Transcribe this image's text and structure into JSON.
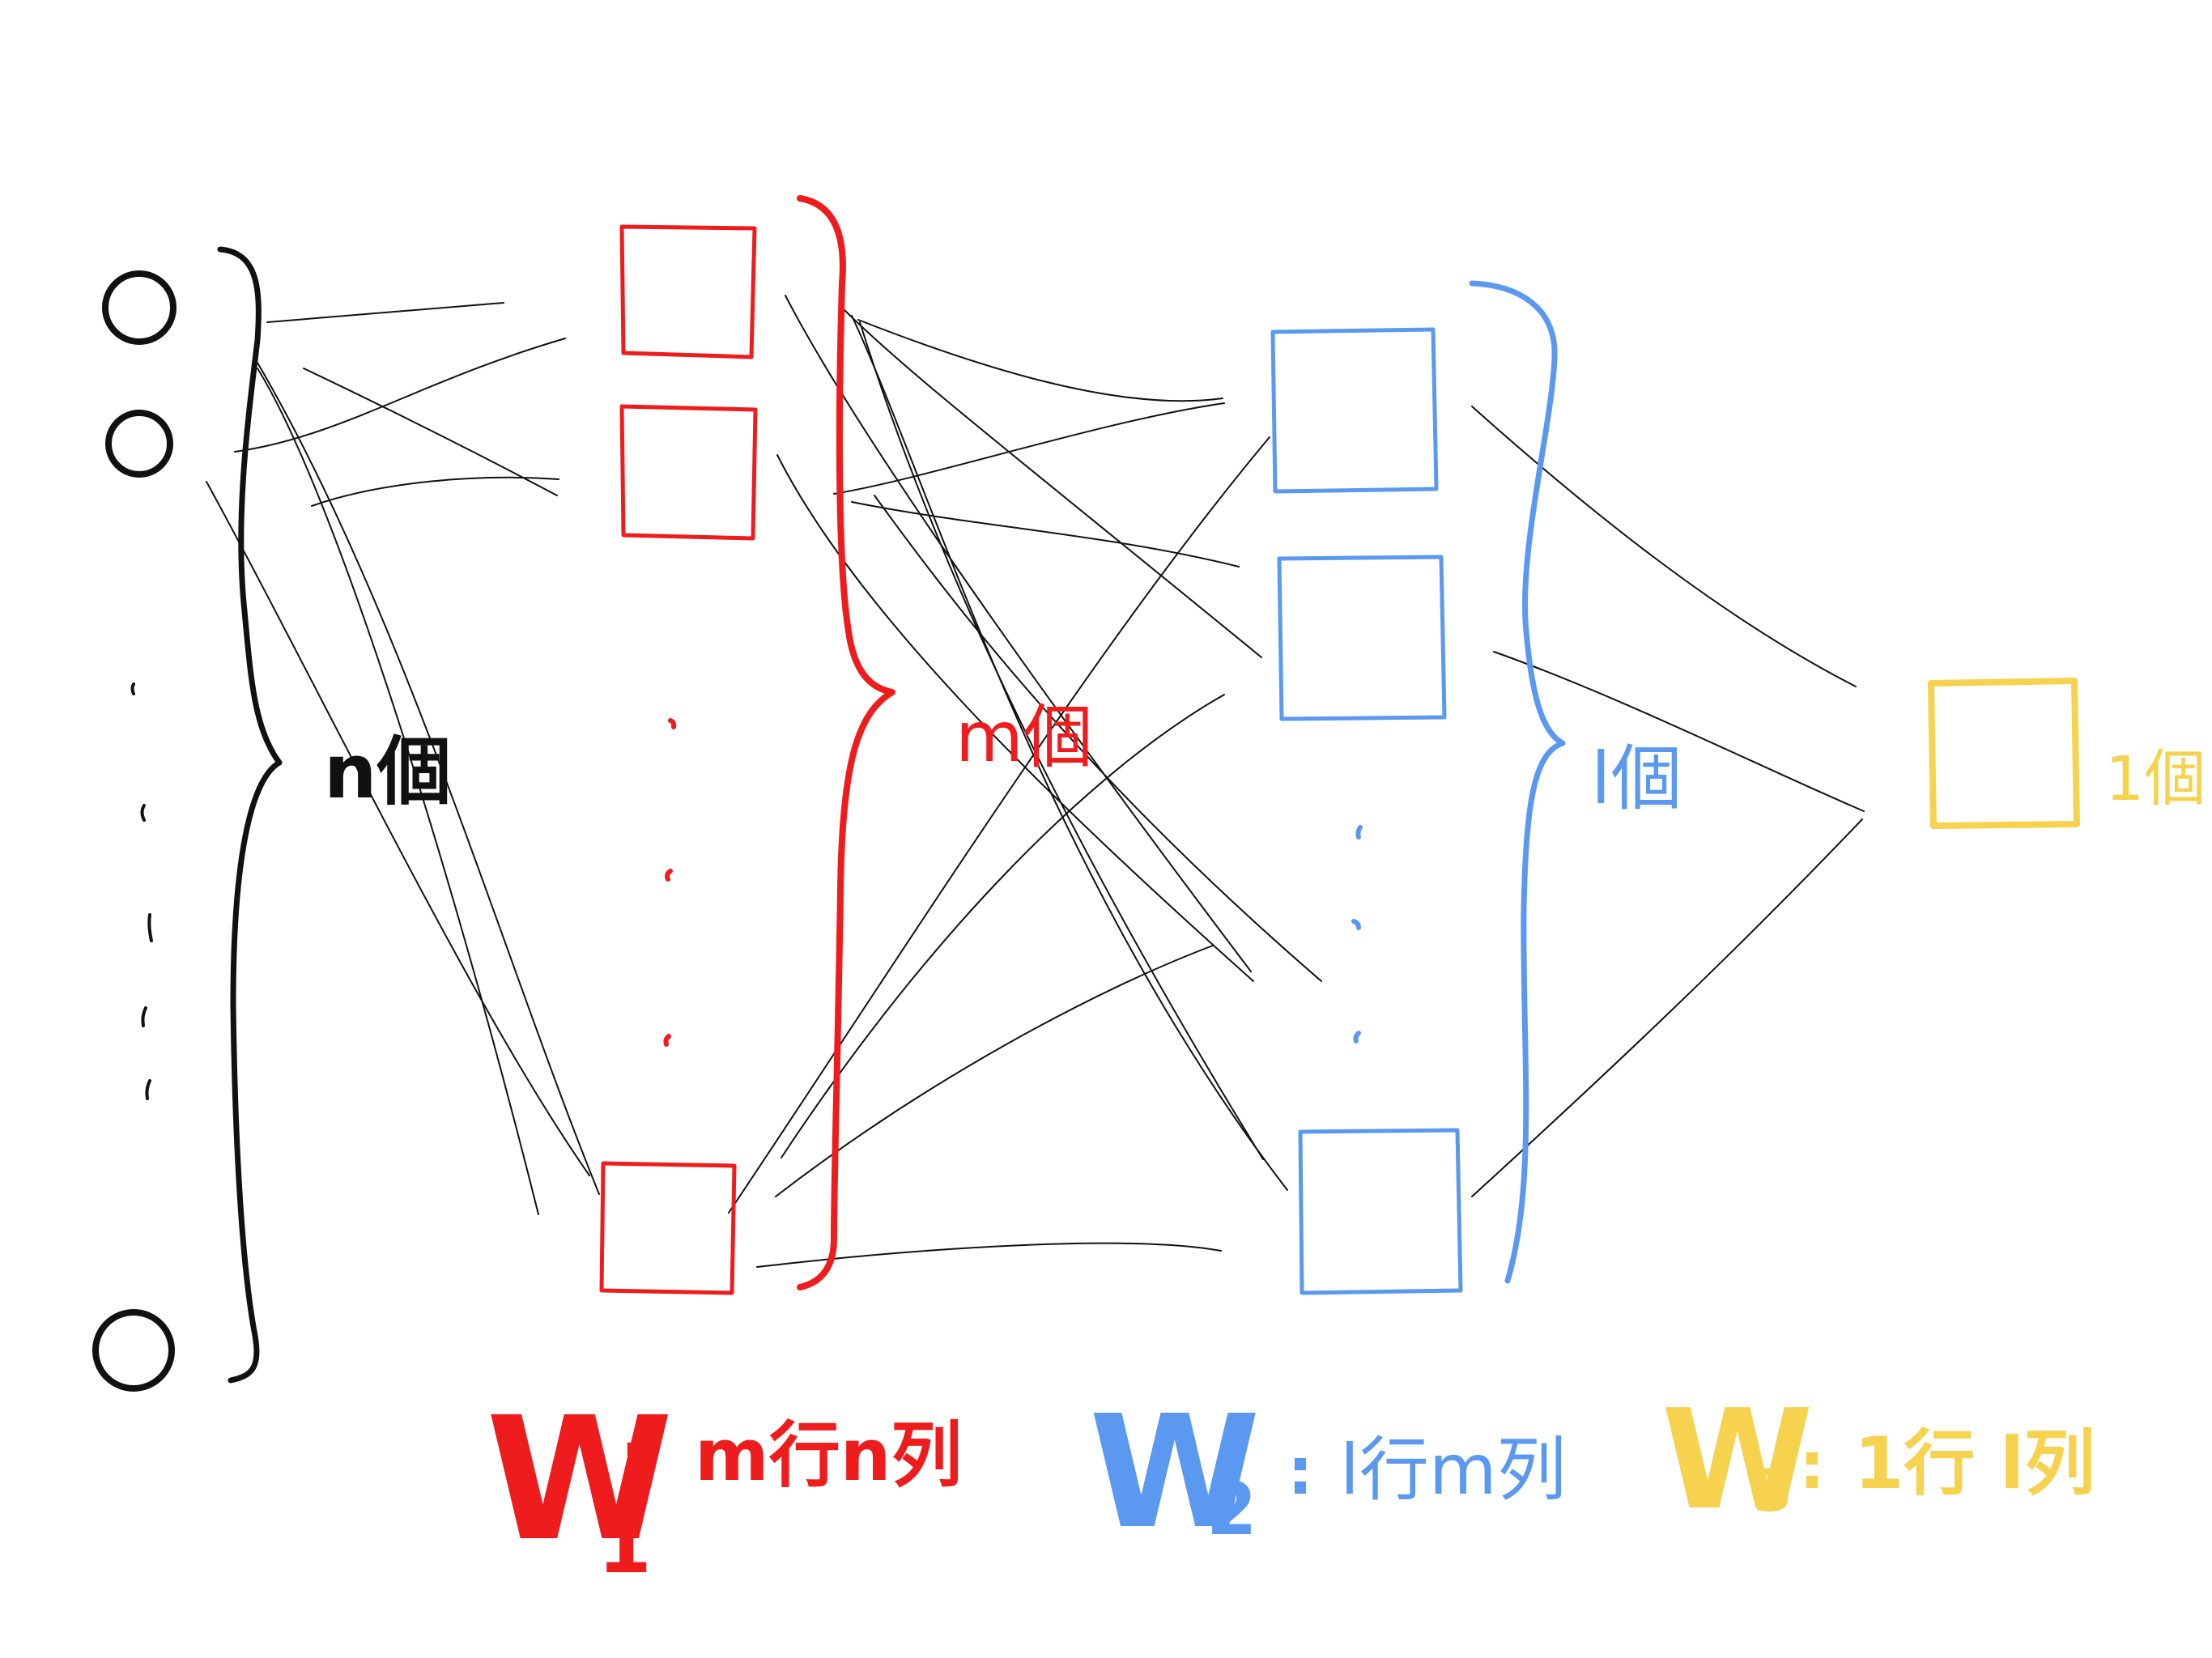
{
  "colors": {
    "ink": "#111111",
    "red": "#ee1c1c",
    "blue": "#5b99f0",
    "yellow": "#f6d24e"
  },
  "layers": {
    "input": {
      "count_label": "n個"
    },
    "hidden1": {
      "count_label": "m個"
    },
    "hidden2": {
      "count_label": "l個"
    },
    "output": {
      "count_label": "1個"
    }
  },
  "weights": {
    "w1": {
      "symbol": "W",
      "subscript": "1",
      "separator": ":",
      "shape_label": "m行n列"
    },
    "w2": {
      "symbol": "W",
      "subscript": "2",
      "separator": ":",
      "shape_label": "l行m列"
    },
    "w3": {
      "symbol": "W",
      "subscript": "3",
      "separator": ":",
      "shape_label": "1行 l列"
    }
  }
}
